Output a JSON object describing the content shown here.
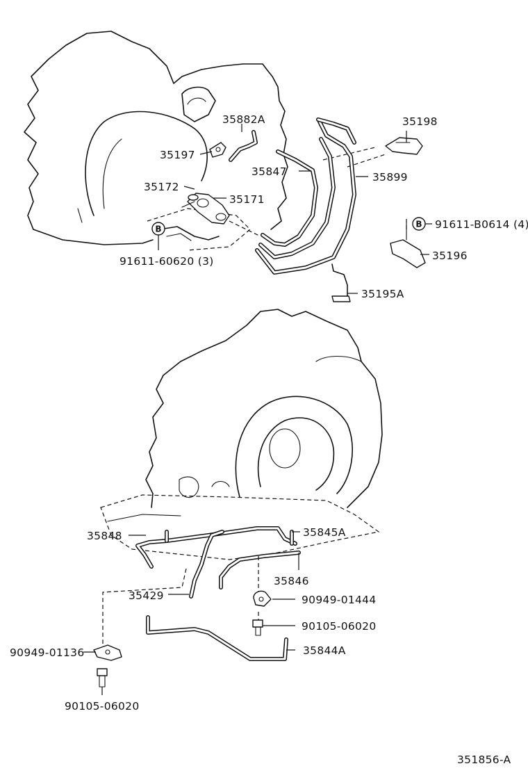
{
  "labels": {
    "p35882A": "35882A",
    "p35197": "35197",
    "p35847": "35847",
    "p35172": "35172",
    "p35171": "35171",
    "p35198": "35198",
    "p35899": "35899",
    "p91611B": "91611-B0614 (4)",
    "p35196": "35196",
    "p91611_6": "91611-60620 (3)",
    "p35195A": "35195A",
    "p35848": "35848",
    "p35845A": "35845A",
    "p35846": "35846",
    "p35429": "35429",
    "p90949_01444": "90949-01444",
    "p90105_top": "90105-06020",
    "p35844A": "35844A",
    "p90949_01136": "90949-01136",
    "p90105_bot": "90105-06020",
    "ref": "351856-A"
  },
  "badges": {
    "b1": "B",
    "b2": "B"
  }
}
